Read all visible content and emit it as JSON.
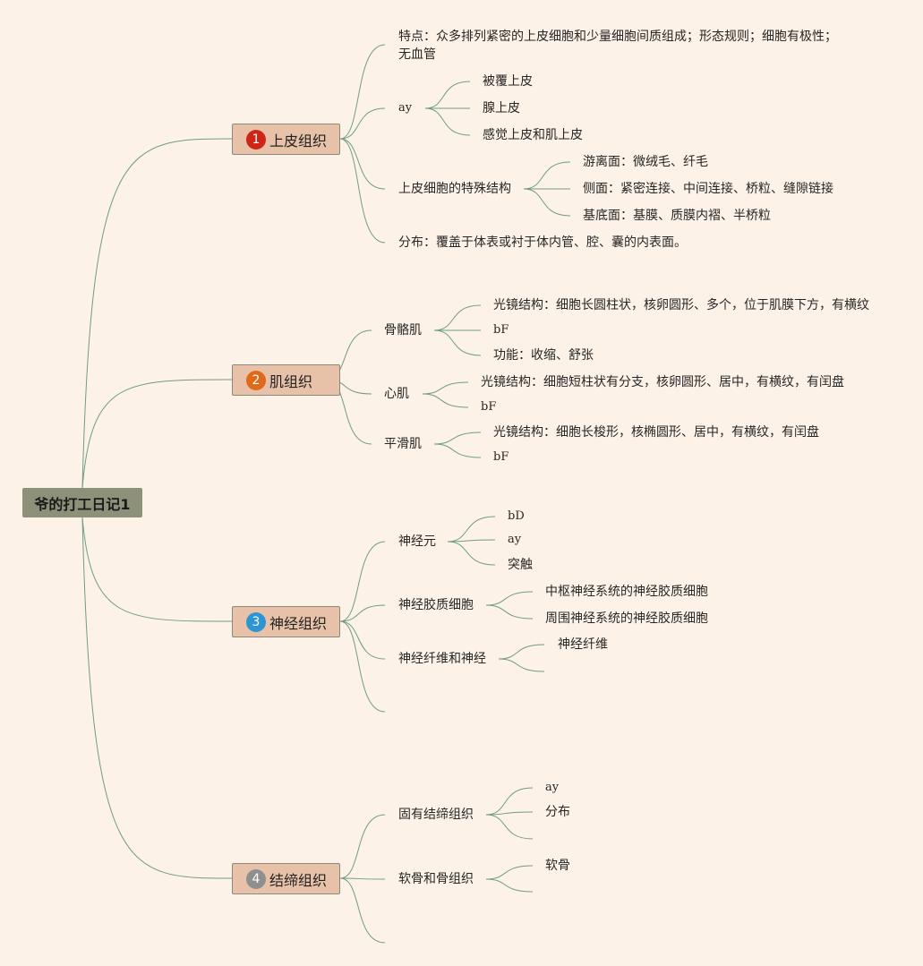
{
  "root": "爷的打工日记1",
  "colors": {
    "link": "#6f9c86",
    "root_fill": "#8d917a",
    "topic_fill": "#e8c2a8",
    "background": "#fdf2e7"
  },
  "topics": [
    {
      "number": "1",
      "label": "上皮组织",
      "badge_color": "#cf2416",
      "children": [
        {
          "label": "特点：众多排列紧密的上皮细胞和少量细胞间质组成；形态规则；细胞有极性；无血管"
        },
        {
          "label": "ay",
          "children": [
            {
              "label": "被覆上皮"
            },
            {
              "label": "腺上皮"
            },
            {
              "label": "感觉上皮和肌上皮"
            }
          ]
        },
        {
          "label": "上皮细胞的特殊结构",
          "children": [
            {
              "label": "游离面：微绒毛、纤毛"
            },
            {
              "label": "侧面：紧密连接、中间连接、桥粒、缝隙链接"
            },
            {
              "label": "基底面：基膜、质膜内褶、半桥粒"
            }
          ]
        },
        {
          "label": "分布：覆盖于体表或衬于体内管、腔、囊的内表面。"
        }
      ]
    },
    {
      "number": "2",
      "label": "肌组织",
      "badge_color": "#e06a1b",
      "children": [
        {
          "label": "骨骼肌",
          "children": [
            {
              "label": "光镜结构：细胞长圆柱状，核卵圆形、多个，位于肌膜下方，有横纹"
            },
            {
              "label": "bF"
            },
            {
              "label": "功能：收缩、舒张"
            }
          ]
        },
        {
          "label": "心肌",
          "children": [
            {
              "label": "光镜结构：细胞短柱状有分支，核卵圆形、居中，有横纹，有闰盘"
            },
            {
              "label": "bF"
            }
          ]
        },
        {
          "label": "平滑肌",
          "children": [
            {
              "label": "光镜结构：细胞长梭形，核椭圆形、居中，有横纹，有闰盘"
            },
            {
              "label": "bF"
            }
          ]
        }
      ]
    },
    {
      "number": "3",
      "label": "神经组织",
      "badge_color": "#2e95d3",
      "children": [
        {
          "label": "神经元",
          "children": [
            {
              "label": "bD"
            },
            {
              "label": "ay"
            },
            {
              "label": "突触"
            }
          ]
        },
        {
          "label": "神经胶质细胞",
          "children": [
            {
              "label": "中枢神经系统的神经胶质细胞"
            },
            {
              "label": "周围神经系统的神经胶质细胞"
            }
          ]
        },
        {
          "label": "神经纤维和神经",
          "children": [
            {
              "label": "神经纤维"
            },
            {
              "label": ""
            }
          ]
        },
        {
          "label": ""
        }
      ]
    },
    {
      "number": "4",
      "label": "结缔组织",
      "badge_color": "#8f8f8f",
      "children": [
        {
          "label": "固有结缔组织",
          "children": [
            {
              "label": "ay"
            },
            {
              "label": "分布"
            },
            {
              "label": ""
            }
          ]
        },
        {
          "label": "软骨和骨组织",
          "children": [
            {
              "label": "软骨"
            },
            {
              "label": ""
            }
          ]
        },
        {
          "label": ""
        }
      ]
    }
  ]
}
